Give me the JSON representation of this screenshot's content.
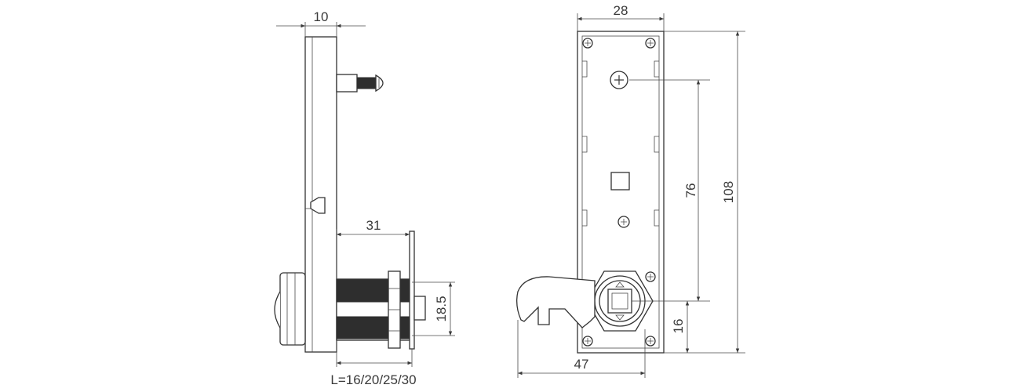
{
  "dimensions": {
    "side_thickness": "10",
    "cam_length": "31",
    "thread_height": "18.5",
    "cylinder_lengths": "L=16/20/25/30",
    "front_width": "28",
    "screw_spacing": "76",
    "total_height": "108",
    "cam_offset": "16",
    "cam_reach": "47"
  }
}
